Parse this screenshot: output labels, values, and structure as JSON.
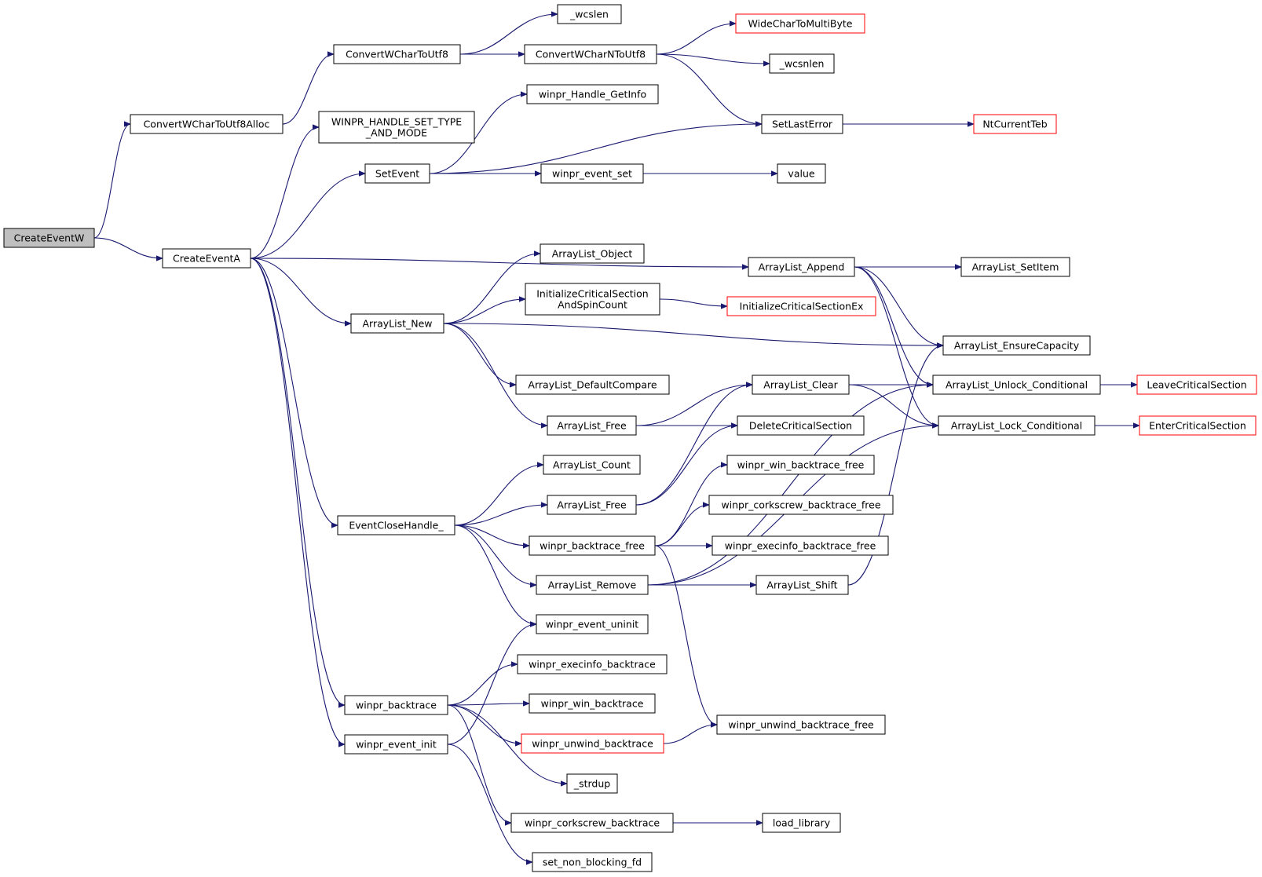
{
  "graph": {
    "title": "",
    "colors": {
      "edge": "#191970",
      "node_border": "#000000",
      "external_border": "#ff0000",
      "root_fill": "#bfbfbf",
      "node_fill": "#ffffff"
    },
    "nodes": [
      {
        "id": "createeventw",
        "label": "CreateEventW",
        "kind": "root"
      },
      {
        "id": "convertwchartoutf8alloc",
        "label": "ConvertWCharToUtf8Alloc"
      },
      {
        "id": "createeventa",
        "label": "CreateEventA"
      },
      {
        "id": "convertwchartoutf8",
        "label": "ConvertWCharToUtf8"
      },
      {
        "id": "winpr_handle_set_type",
        "label": "WINPR_HANDLE_SET_TYPE\n_AND_MODE"
      },
      {
        "id": "setevent",
        "label": "SetEvent"
      },
      {
        "id": "arraylist_new",
        "label": "ArrayList_New"
      },
      {
        "id": "eventclosehandle",
        "label": "EventCloseHandle_"
      },
      {
        "id": "winpr_backtrace",
        "label": "winpr_backtrace"
      },
      {
        "id": "winpr_event_init",
        "label": "winpr_event_init"
      },
      {
        "id": "wcslen",
        "label": "_wcslen"
      },
      {
        "id": "convertwcharntoutf8",
        "label": "ConvertWCharNToUtf8"
      },
      {
        "id": "winpr_handle_getinfo",
        "label": "winpr_Handle_GetInfo"
      },
      {
        "id": "winpr_event_set",
        "label": "winpr_event_set"
      },
      {
        "id": "arraylist_object",
        "label": "ArrayList_Object"
      },
      {
        "id": "initcritsec_spin",
        "label": "InitializeCriticalSection\nAndSpinCount"
      },
      {
        "id": "arraylist_defaultcompare",
        "label": "ArrayList_DefaultCompare"
      },
      {
        "id": "arraylist_free_1",
        "label": "ArrayList_Free"
      },
      {
        "id": "arraylist_count",
        "label": "ArrayList_Count"
      },
      {
        "id": "arraylist_free_2",
        "label": "ArrayList_Free"
      },
      {
        "id": "winpr_backtrace_free",
        "label": "winpr_backtrace_free"
      },
      {
        "id": "arraylist_remove",
        "label": "ArrayList_Remove"
      },
      {
        "id": "winpr_event_uninit",
        "label": "winpr_event_uninit"
      },
      {
        "id": "winpr_execinfo_backtrace",
        "label": "winpr_execinfo_backtrace"
      },
      {
        "id": "winpr_win_backtrace",
        "label": "winpr_win_backtrace"
      },
      {
        "id": "winpr_unwind_backtrace",
        "label": "winpr_unwind_backtrace",
        "kind": "external"
      },
      {
        "id": "strdup",
        "label": "_strdup"
      },
      {
        "id": "winpr_corkscrew_backtrace",
        "label": "winpr_corkscrew_backtrace"
      },
      {
        "id": "set_non_blocking_fd",
        "label": "set_non_blocking_fd"
      },
      {
        "id": "widechartomultibyte",
        "label": "WideCharToMultiByte",
        "kind": "external"
      },
      {
        "id": "wcsnlen",
        "label": "_wcsnlen"
      },
      {
        "id": "setlasterror",
        "label": "SetLastError"
      },
      {
        "id": "value",
        "label": "value"
      },
      {
        "id": "arraylist_append",
        "label": "ArrayList_Append"
      },
      {
        "id": "initcritsecex",
        "label": "InitializeCriticalSectionEx",
        "kind": "external"
      },
      {
        "id": "arraylist_clear",
        "label": "ArrayList_Clear"
      },
      {
        "id": "deletecriticalsection",
        "label": "DeleteCriticalSection"
      },
      {
        "id": "winpr_win_backtrace_free",
        "label": "winpr_win_backtrace_free"
      },
      {
        "id": "winpr_corkscrew_backtrace_free",
        "label": "winpr_corkscrew_backtrace_free"
      },
      {
        "id": "winpr_execinfo_backtrace_free",
        "label": "winpr_execinfo_backtrace_free"
      },
      {
        "id": "arraylist_shift",
        "label": "ArrayList_Shift"
      },
      {
        "id": "winpr_unwind_backtrace_free",
        "label": "winpr_unwind_backtrace_free"
      },
      {
        "id": "load_library",
        "label": "load_library"
      },
      {
        "id": "ntcurrentteb",
        "label": "NtCurrentTeb",
        "kind": "external"
      },
      {
        "id": "arraylist_setitem",
        "label": "ArrayList_SetItem"
      },
      {
        "id": "arraylist_ensurecapacity",
        "label": "ArrayList_EnsureCapacity"
      },
      {
        "id": "arraylist_unlock_conditional",
        "label": "ArrayList_Unlock_Conditional"
      },
      {
        "id": "arraylist_lock_conditional",
        "label": "ArrayList_Lock_Conditional"
      },
      {
        "id": "leavecriticalsection",
        "label": "LeaveCriticalSection",
        "kind": "external"
      },
      {
        "id": "entercriticalsection",
        "label": "EnterCriticalSection",
        "kind": "external"
      }
    ],
    "edges": [
      [
        "createeventw",
        "convertwchartoutf8alloc"
      ],
      [
        "createeventw",
        "createeventa"
      ],
      [
        "convertwchartoutf8alloc",
        "convertwchartoutf8"
      ],
      [
        "convertwchartoutf8",
        "wcslen"
      ],
      [
        "convertwchartoutf8",
        "convertwcharntoutf8"
      ],
      [
        "convertwcharntoutf8",
        "widechartomultibyte"
      ],
      [
        "convertwcharntoutf8",
        "wcsnlen"
      ],
      [
        "convertwcharntoutf8",
        "setlasterror"
      ],
      [
        "createeventa",
        "winpr_handle_set_type"
      ],
      [
        "createeventa",
        "setevent"
      ],
      [
        "createeventa",
        "arraylist_append"
      ],
      [
        "createeventa",
        "arraylist_new"
      ],
      [
        "createeventa",
        "eventclosehandle"
      ],
      [
        "createeventa",
        "winpr_backtrace"
      ],
      [
        "createeventa",
        "winpr_event_init"
      ],
      [
        "setevent",
        "winpr_handle_getinfo"
      ],
      [
        "setevent",
        "setlasterror"
      ],
      [
        "setevent",
        "winpr_event_set"
      ],
      [
        "winpr_event_set",
        "value"
      ],
      [
        "setlasterror",
        "ntcurrentteb"
      ],
      [
        "arraylist_append",
        "arraylist_setitem"
      ],
      [
        "arraylist_append",
        "arraylist_ensurecapacity"
      ],
      [
        "arraylist_append",
        "arraylist_unlock_conditional"
      ],
      [
        "arraylist_append",
        "arraylist_lock_conditional"
      ],
      [
        "arraylist_new",
        "arraylist_object"
      ],
      [
        "arraylist_new",
        "initcritsec_spin"
      ],
      [
        "arraylist_new",
        "arraylist_ensurecapacity"
      ],
      [
        "arraylist_new",
        "arraylist_defaultcompare"
      ],
      [
        "arraylist_new",
        "arraylist_free_1"
      ],
      [
        "initcritsec_spin",
        "initcritsecex"
      ],
      [
        "arraylist_free_1",
        "arraylist_clear"
      ],
      [
        "arraylist_free_1",
        "deletecriticalsection"
      ],
      [
        "arraylist_clear",
        "arraylist_unlock_conditional"
      ],
      [
        "arraylist_clear",
        "arraylist_lock_conditional"
      ],
      [
        "arraylist_unlock_conditional",
        "leavecriticalsection"
      ],
      [
        "arraylist_lock_conditional",
        "entercriticalsection"
      ],
      [
        "eventclosehandle",
        "arraylist_count"
      ],
      [
        "eventclosehandle",
        "arraylist_free_2"
      ],
      [
        "eventclosehandle",
        "winpr_backtrace_free"
      ],
      [
        "eventclosehandle",
        "arraylist_remove"
      ],
      [
        "eventclosehandle",
        "winpr_event_uninit"
      ],
      [
        "arraylist_free_2",
        "arraylist_clear"
      ],
      [
        "arraylist_free_2",
        "deletecriticalsection"
      ],
      [
        "winpr_backtrace_free",
        "winpr_win_backtrace_free"
      ],
      [
        "winpr_backtrace_free",
        "winpr_corkscrew_backtrace_free"
      ],
      [
        "winpr_backtrace_free",
        "winpr_execinfo_backtrace_free"
      ],
      [
        "winpr_backtrace_free",
        "winpr_unwind_backtrace_free"
      ],
      [
        "arraylist_remove",
        "arraylist_shift"
      ],
      [
        "arraylist_remove",
        "arraylist_unlock_conditional"
      ],
      [
        "arraylist_remove",
        "arraylist_lock_conditional"
      ],
      [
        "arraylist_shift",
        "arraylist_ensurecapacity"
      ],
      [
        "winpr_backtrace",
        "winpr_execinfo_backtrace"
      ],
      [
        "winpr_backtrace",
        "winpr_win_backtrace"
      ],
      [
        "winpr_backtrace",
        "winpr_unwind_backtrace"
      ],
      [
        "winpr_backtrace",
        "strdup"
      ],
      [
        "winpr_backtrace",
        "winpr_corkscrew_backtrace"
      ],
      [
        "winpr_unwind_backtrace",
        "winpr_unwind_backtrace_free"
      ],
      [
        "winpr_corkscrew_backtrace",
        "load_library"
      ],
      [
        "winpr_event_init",
        "winpr_event_uninit"
      ],
      [
        "winpr_event_init",
        "set_non_blocking_fd"
      ]
    ]
  }
}
